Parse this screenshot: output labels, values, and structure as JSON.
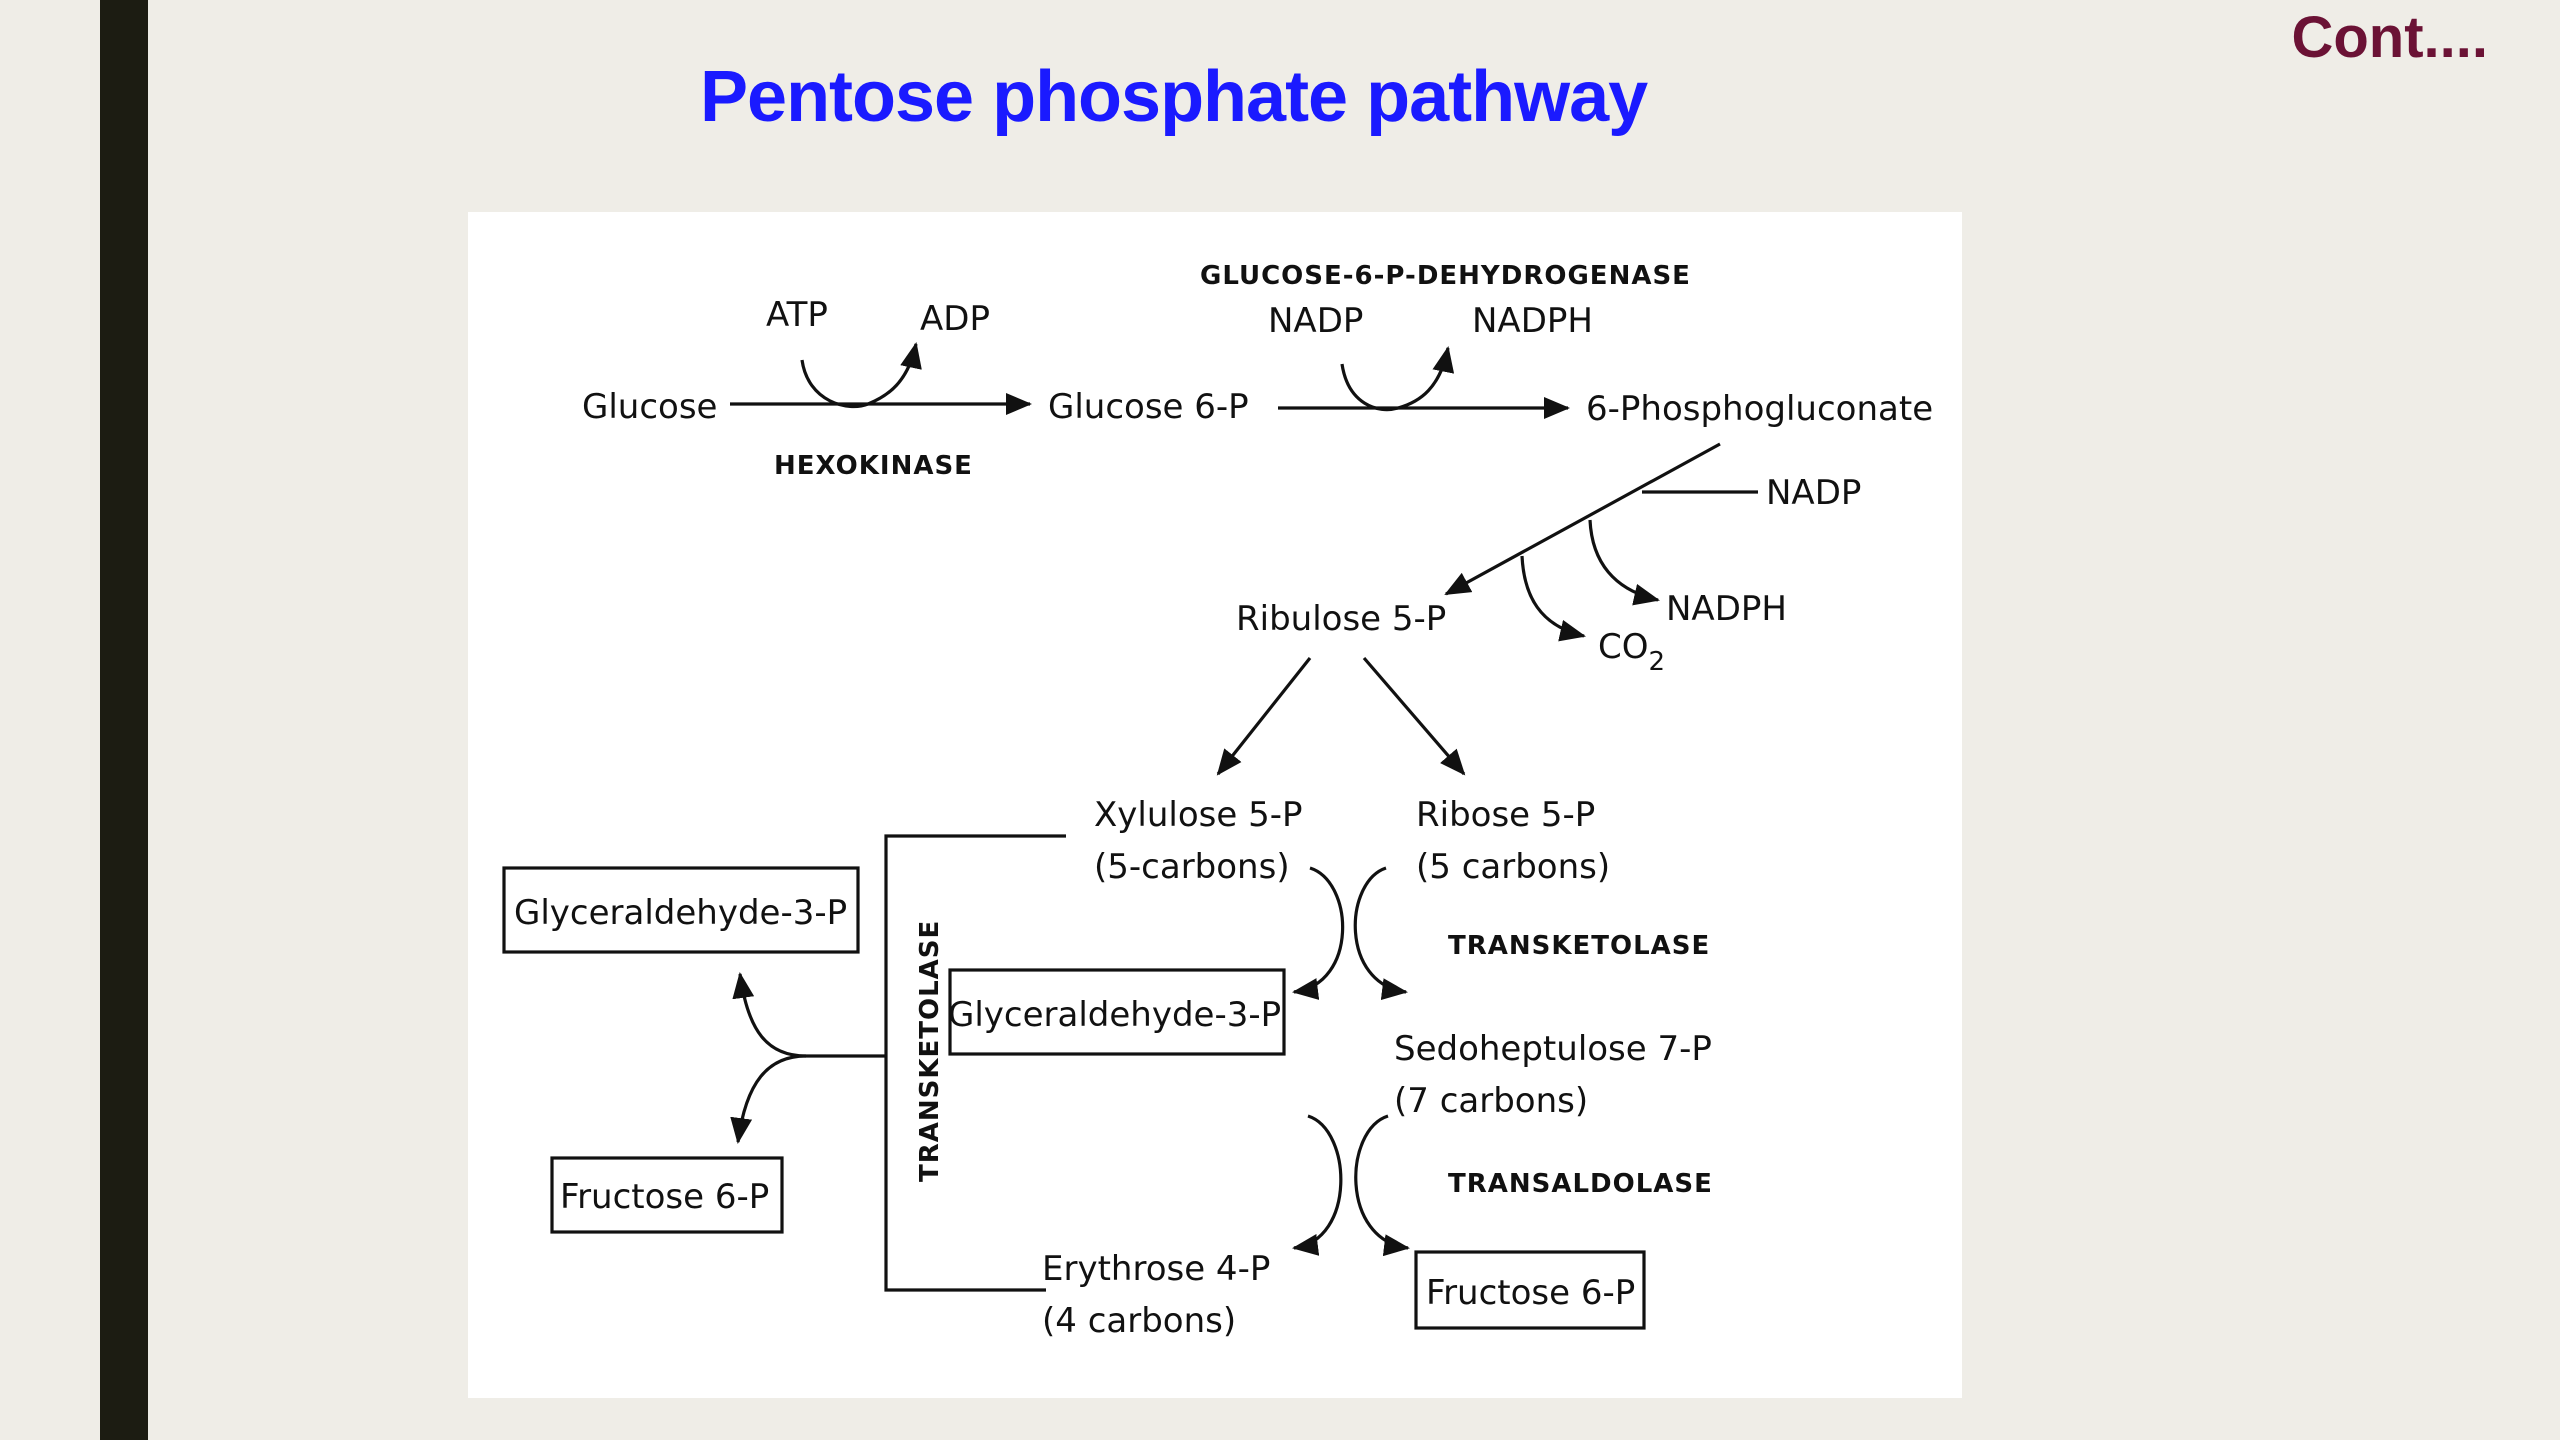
{
  "slide": {
    "title": "Pentose phosphate pathway",
    "continuation_label": "Cont...."
  },
  "colors": {
    "title": "#1a1aff",
    "continuation": "#6b1235",
    "left_bar": "#1c1c12",
    "background": "#efede7"
  },
  "diagram": {
    "enzymes": {
      "hexokinase": "HEXOKINASE",
      "g6pd": "GLUCOSE-6-P-DEHYDROGENASE",
      "transketolase_right": "TRANSKETOLASE",
      "transaldolase": "TRANSALDOLASE",
      "transketolase_vertical": "TRANSKETOLASE"
    },
    "cofactors": {
      "atp": "ATP",
      "adp": "ADP",
      "nadp_1": "NADP",
      "nadph_1": "NADPH",
      "nadp_2": "NADP",
      "nadph_2": "NADPH",
      "co2": "CO",
      "co2_subscript": "2"
    },
    "compounds": {
      "glucose": "Glucose",
      "glucose_6p": "Glucose   6-P",
      "phosphogluconate": "6-Phosphogluconate",
      "ribulose_5p": "Ribulose    5-P",
      "xylulose_5p": "Xylulose    5-P",
      "xylulose_carbons": "(5-carbons)",
      "ribose_5p": "Ribose    5-P",
      "ribose_carbons": "(5  carbons)",
      "sedoheptulose_7p": "Sedoheptulose    7-P",
      "sedoheptulose_carbons": "(7  carbons)",
      "erythrose_4p": "Erythrose    4-P",
      "erythrose_carbons": "(4  carbons)"
    },
    "boxed_products": {
      "g3p_left": "Glyceraldehyde-3-P",
      "g3p_mid": "Glyceraldehyde-3-P",
      "f6p_left": "Fructose    6-P",
      "f6p_right": "Fructose    6-P"
    }
  }
}
